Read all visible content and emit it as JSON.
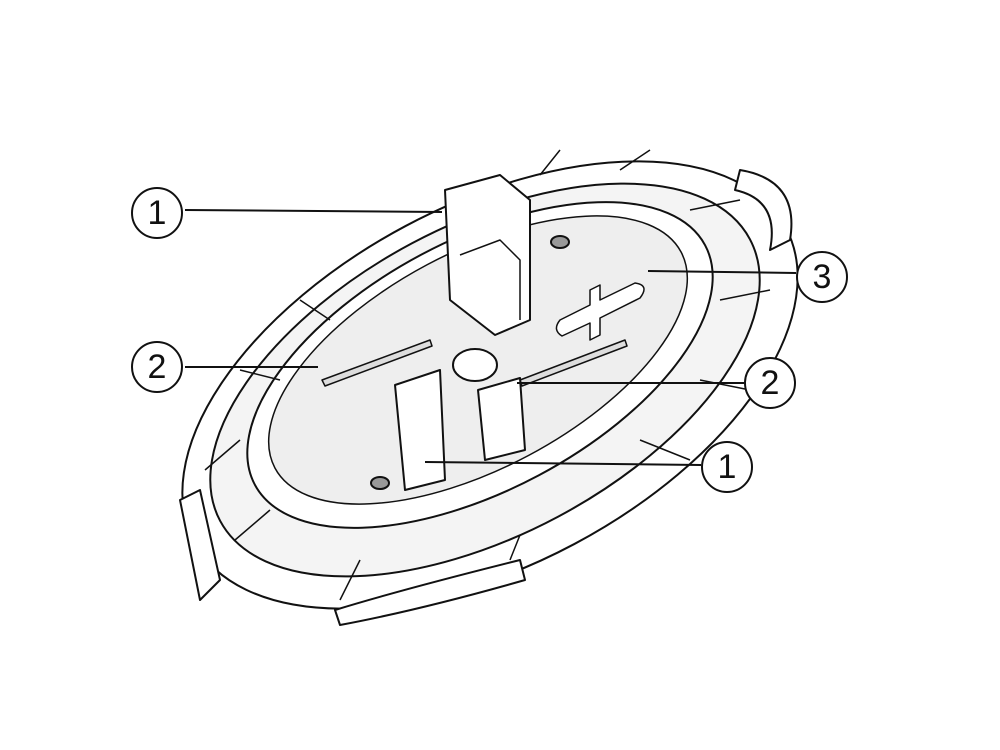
{
  "diagram": {
    "callouts": [
      {
        "id": "c1a",
        "label": "1"
      },
      {
        "id": "c2a",
        "label": "2"
      },
      {
        "id": "c3",
        "label": "3"
      },
      {
        "id": "c2b",
        "label": "2"
      },
      {
        "id": "c1b",
        "label": "1"
      }
    ],
    "colors": {
      "line": "#111111",
      "fill": "#ffffff",
      "shade": "#e8e8e8"
    }
  }
}
